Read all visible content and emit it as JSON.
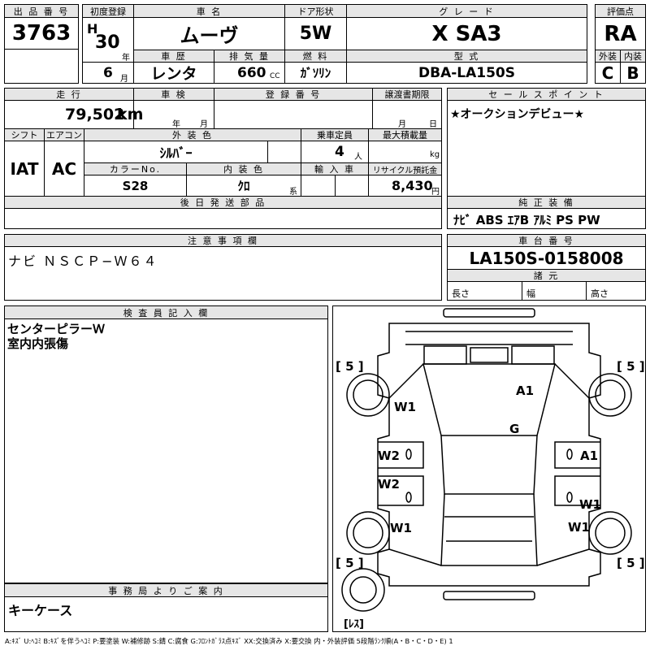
{
  "header": {
    "lot_label": "出 品 番 号",
    "lot_number": "3763",
    "first_reg_label": "初度登録",
    "era": "H",
    "year": "30",
    "year_unit": "年",
    "month": "6",
    "month_unit": "月",
    "car_name_label": "車 名",
    "car_name": "ムーヴ",
    "door_label": "ドア形状",
    "door": "5W",
    "grade_label": "グ レ ー ド",
    "grade": "X SA3",
    "score_label": "評価点",
    "score": "RA",
    "history_label": "車 歴",
    "history": "レンタ",
    "displacement_label": "排 気 量",
    "displacement": "660",
    "displacement_unit": "CC",
    "fuel_label": "燃 料",
    "fuel": "ｶﾞｿﾘﾝ",
    "model_label": "型 式",
    "model": "DBA-LA150S",
    "exterior_label": "外装",
    "exterior": "C",
    "interior_label": "内装",
    "interior": "B"
  },
  "row2": {
    "mileage_label": "走 行",
    "mileage": "79,502",
    "mileage_unit": "km",
    "inspection_label": "車 検",
    "inspection_year_unit": "年",
    "inspection_month_unit": "月",
    "reg_label": "登 録 番 号",
    "transfer_label": "譲渡書期限",
    "transfer_month_unit": "月",
    "transfer_day_unit": "日",
    "sales_point_label": "セ ー ル ス ポ イ ン ト",
    "sales_point": "★オークションデビュー★"
  },
  "row3": {
    "shift_label": "シフト",
    "shift": "IAT",
    "ac_label": "エアコン",
    "ac": "AC",
    "ext_color_label": "外 装 色",
    "ext_color": "ｼﾙﾊﾞｰ",
    "capacity_label": "乗車定員",
    "capacity": "4",
    "capacity_unit": "人",
    "load_label": "最大積載量",
    "load_unit": "kg",
    "color_no_label": "カラーNo.",
    "color_no": "S28",
    "int_color_label": "内 装 色",
    "int_color": "ｸﾛ",
    "int_color_unit": "系",
    "import_label": "輸 入 車",
    "recycle_label": "リサイクル預託金",
    "recycle": "8,430",
    "recycle_unit": "円"
  },
  "parts": {
    "later_parts_label": "後 日 発 送 部 品",
    "equipment_label": "純 正 装 備",
    "equipment": "ﾅﾋﾞ ABS ｴｱB ｱﾙﾐ PS PW"
  },
  "notes": {
    "caution_label": "注 意 事 項 欄",
    "caution": "ナビ ＮＳＣＰ−Ｗ６４",
    "chassis_label": "車 台 番 号",
    "chassis": "LA150S-0158008",
    "specs_label": "諸 元",
    "length_label": "長さ",
    "width_label": "幅",
    "height_label": "高さ"
  },
  "inspector": {
    "label": "検 査 員 記 入 欄",
    "line1": "センターピラーＷ",
    "line2": "室内内張傷"
  },
  "office": {
    "label": "事 務 局 よ り ご 案 内",
    "text": "キーケース"
  },
  "diagram": {
    "tire_fl": "[ 5 ]",
    "tire_fr": "[ 5 ]",
    "tire_rl": "[ 5 ]",
    "tire_rr": "[ 5 ]",
    "spare": "[ﾚｽ]",
    "marks": {
      "a1_hood": "A1",
      "g_glass": "G",
      "w1_left_front": "W1",
      "w2_left_door_front": "W2",
      "w2_left_door_rear": "W2",
      "w1_left_rear": "W1",
      "a1_right_door": "A1",
      "w1_right_door": "W1",
      "w1_right_rear": "W1"
    }
  },
  "legend": "A:ｷｽﾞ U:ﾍｺﾐ B:ｷｽﾞを伴うﾍｺﾐ P:要塗装 W:補修跡 S:錆 C:腐食 G:ﾌﾛﾝﾄｶﾞﾗｽ点ｷｽﾞ XX:交換済み X:要交換 内・外装評価 5段階ﾗﾝｸ順(A・B・C・D・E) 1"
}
